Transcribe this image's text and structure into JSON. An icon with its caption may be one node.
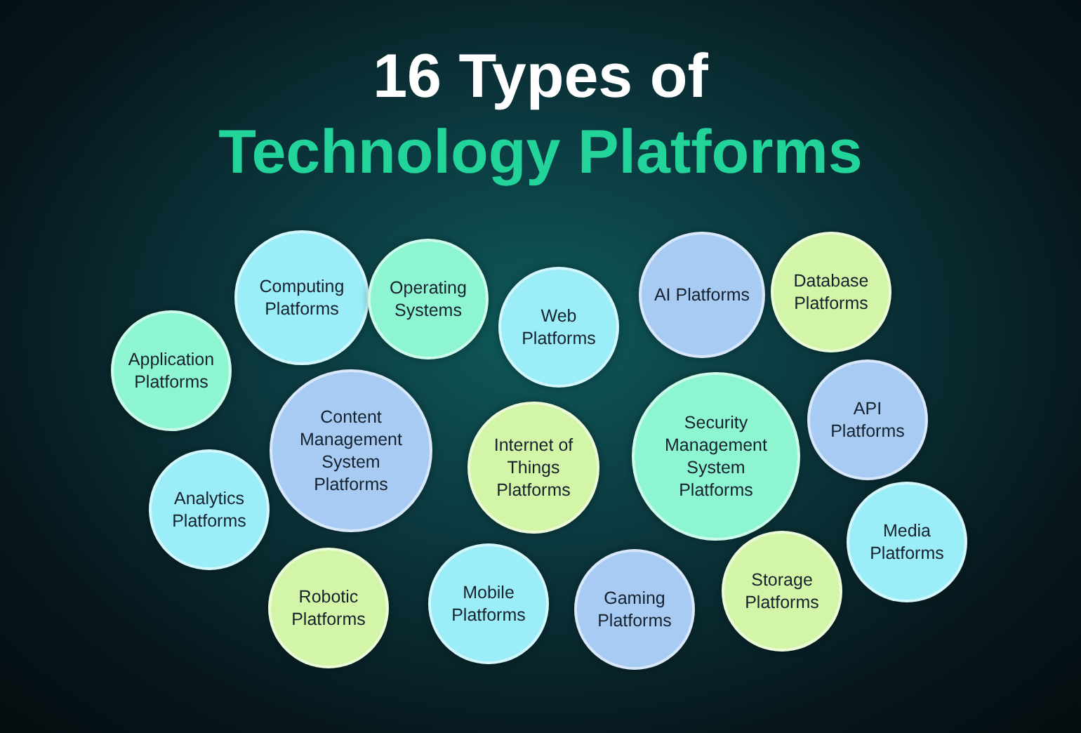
{
  "diagram": {
    "title": "16 Types of Technology Platforms",
    "nodes": [
      {
        "text": [
          "Computing Platforms"
        ]
      },
      {
        "text": [
          "Operating Systems"
        ]
      },
      {
        "text": [
          "Web Platforms"
        ]
      },
      {
        "text": [
          "AI Platforms"
        ]
      },
      {
        "text": [
          "Database Platforms"
        ]
      },
      {
        "text": [
          "Application Platforms"
        ]
      },
      {
        "text": [
          "Content Management System Platforms"
        ]
      },
      {
        "text": [
          "Internet of Things Platforms"
        ]
      },
      {
        "text": [
          "Security Management System Platforms"
        ]
      },
      {
        "text": [
          "API Platforms"
        ]
      },
      {
        "text": [
          "Analytics Platforms"
        ]
      },
      {
        "text": [
          "Media Platforms"
        ]
      },
      {
        "text": [
          "Robotic Platforms"
        ]
      },
      {
        "text": [
          "Mobile Platforms"
        ]
      },
      {
        "text": [
          "Gaming Platforms"
        ]
      },
      {
        "text": [
          "Storage Platforms"
        ]
      }
    ],
    "edges": []
  }
}
